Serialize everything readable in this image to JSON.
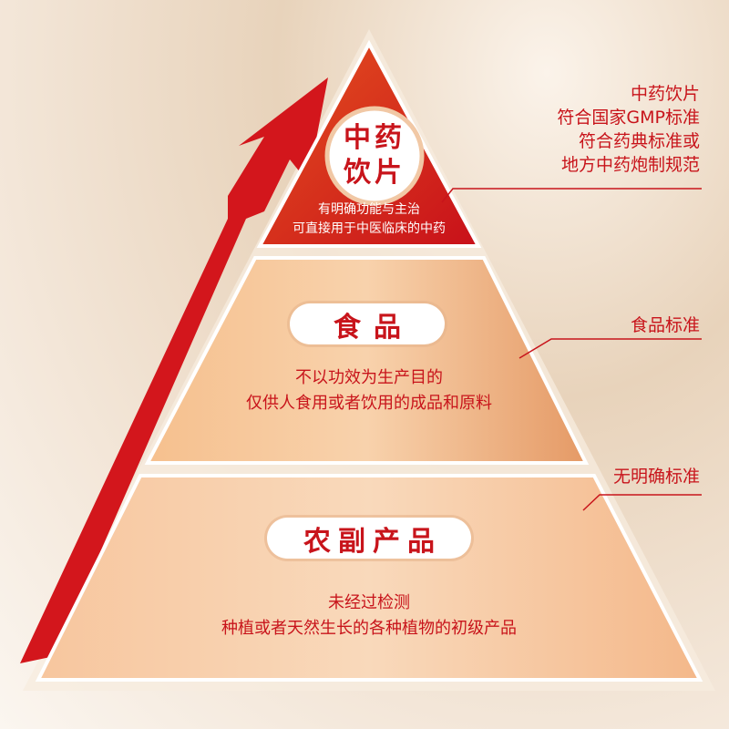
{
  "colors": {
    "accent_red": "#c8141b",
    "tier1_fill": "#d92a1a",
    "tier2_fill": "#f2b47e",
    "tier3_fill": "#f6c196"
  },
  "tiers": [
    {
      "badge_line1": "中药",
      "badge_line2": "饮片",
      "desc_lines": [
        "有明确功能与主治",
        "可直接用于中医临床的中药"
      ],
      "standard_lines": [
        "中药饮片",
        "符合国家GMP标准",
        "符合药典标准或",
        "地方中药炮制规范"
      ]
    },
    {
      "badge": "食品",
      "desc_lines": [
        "不以功效为生产目的",
        "仅供人食用或者饮用的成品和原料"
      ],
      "standard_lines": [
        "食品标准"
      ]
    },
    {
      "badge": "农副产品",
      "desc_lines": [
        "未经过检测",
        "种植或者天然生长的各种植物的初级产品"
      ],
      "standard_lines": [
        "无明确标准"
      ]
    }
  ],
  "icons": {
    "arrow": "rising-arrow-icon"
  }
}
